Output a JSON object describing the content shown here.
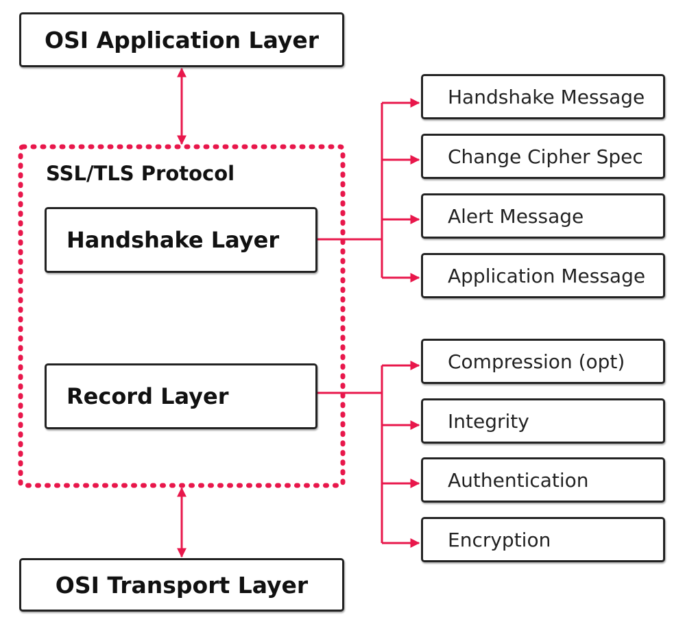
{
  "top_box": {
    "label": "OSI Application Layer"
  },
  "bottom_box": {
    "label": "OSI Transport Layer"
  },
  "protocol": {
    "label": "SSL/TLS Protocol"
  },
  "handshake_layer": {
    "label": "Handshake Layer",
    "children": [
      "Handshake Message",
      "Change Cipher Spec",
      "Alert Message",
      "Application Message"
    ]
  },
  "record_layer": {
    "label": "Record Layer",
    "children": [
      "Compression (opt)",
      "Integrity",
      "Authentication",
      "Encryption"
    ]
  },
  "colors": {
    "accent": "#e8174b",
    "border": "#222222"
  }
}
